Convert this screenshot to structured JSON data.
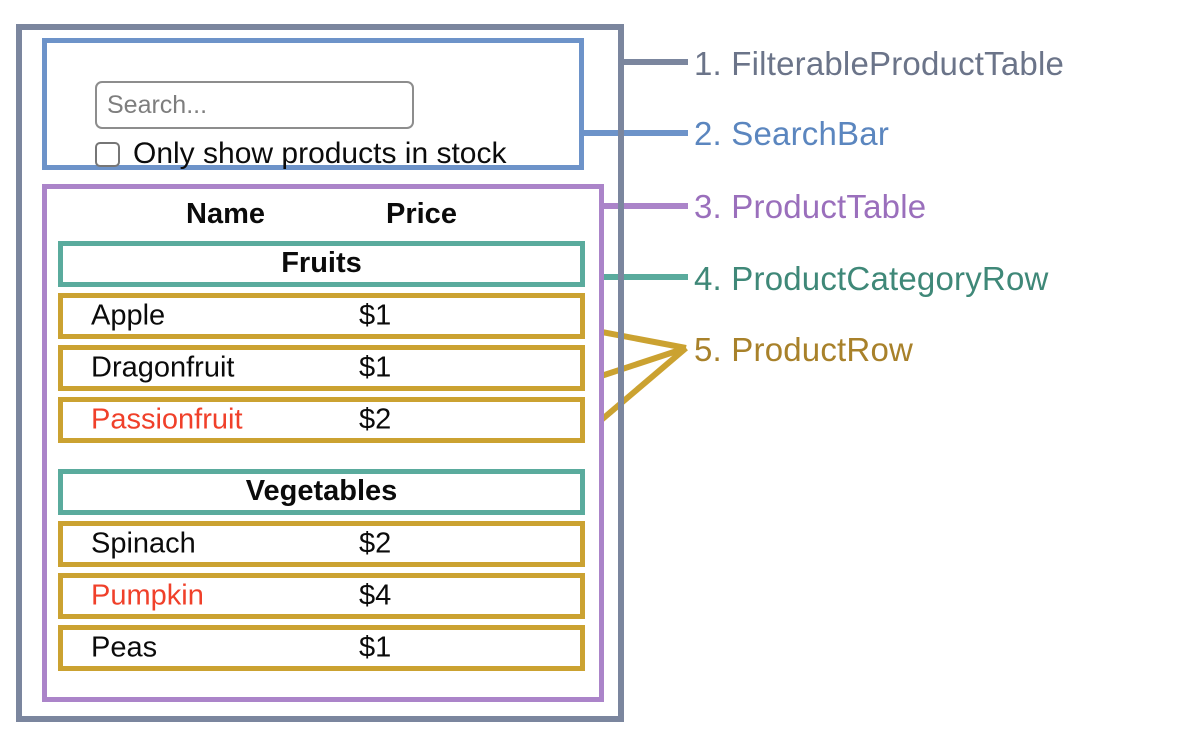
{
  "diagram": {
    "title": "React component breakdown diagram",
    "colors": {
      "filterable_product_table": "#7b869e",
      "search_bar": "#6d93c9",
      "product_table": "#ab84c9",
      "product_category_row": "#5aab9d",
      "product_row": "#cba231",
      "out_of_stock_text": "#f0402a",
      "text": "#0b0b0b"
    }
  },
  "search_bar": {
    "search_input_placeholder": "Search...",
    "search_input_value": "",
    "checkbox_checked": false,
    "checkbox_label": "Only show products in stock"
  },
  "product_table": {
    "columns": [
      "Name",
      "Price"
    ],
    "sections": [
      {
        "category": "Fruits",
        "rows": [
          {
            "name": "Apple",
            "price": "$1",
            "stocked": true
          },
          {
            "name": "Dragonfruit",
            "price": "$1",
            "stocked": true
          },
          {
            "name": "Passionfruit",
            "price": "$2",
            "stocked": false
          }
        ]
      },
      {
        "category": "Vegetables",
        "rows": [
          {
            "name": "Spinach",
            "price": "$2",
            "stocked": true
          },
          {
            "name": "Pumpkin",
            "price": "$4",
            "stocked": false
          },
          {
            "name": "Peas",
            "price": "$1",
            "stocked": true
          }
        ]
      }
    ]
  },
  "legend": [
    {
      "number": "1.",
      "name": "FilterableProductTable",
      "color": "#6b7489"
    },
    {
      "number": "2.",
      "name": "SearchBar",
      "color": "#5b86bf"
    },
    {
      "number": "3.",
      "name": "ProductTable",
      "color": "#9a6fbc"
    },
    {
      "number": "4.",
      "name": "ProductCategoryRow",
      "color": "#3f8878"
    },
    {
      "number": "5.",
      "name": "ProductRow",
      "color": "#a8812a"
    }
  ],
  "legend_text": {
    "item1": "1. FilterableProductTable",
    "item2": "2. SearchBar",
    "item3": "3. ProductTable",
    "item4": "4. ProductCategoryRow",
    "item5": "5. ProductRow"
  }
}
